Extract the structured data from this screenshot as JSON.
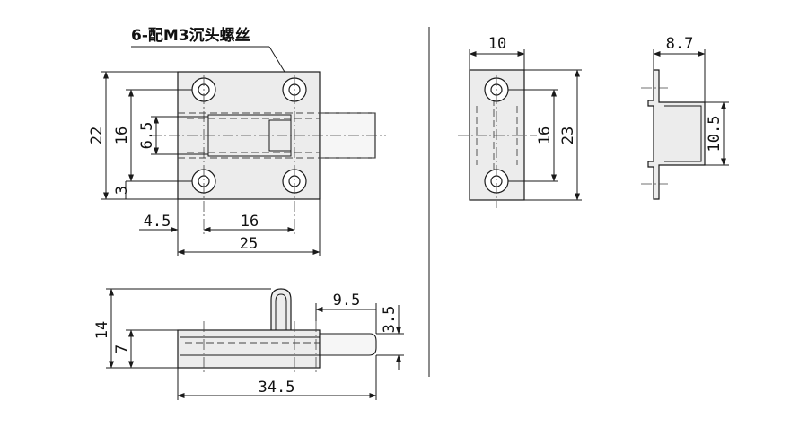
{
  "note": "6-配M3沉头螺丝",
  "top_view": {
    "dims": {
      "height_outer": "22",
      "height_holes": "16",
      "bolt_width": "6.5",
      "hole_offset_v": "3",
      "hole_offset_h": "4.5",
      "hole_spacing_h": "16",
      "width_total": "25"
    }
  },
  "front_view": {
    "dims": {
      "width": "10",
      "hole_spacing": "16",
      "height": "23"
    }
  },
  "side_view": {
    "dims": {
      "depth": "8.7",
      "channel": "10.5"
    }
  },
  "bottom_view": {
    "dims": {
      "height_total": "14",
      "height_base": "7",
      "knob_offset": "9.5",
      "bolt_thickness": "3.5",
      "length_total": "34.5"
    }
  }
}
